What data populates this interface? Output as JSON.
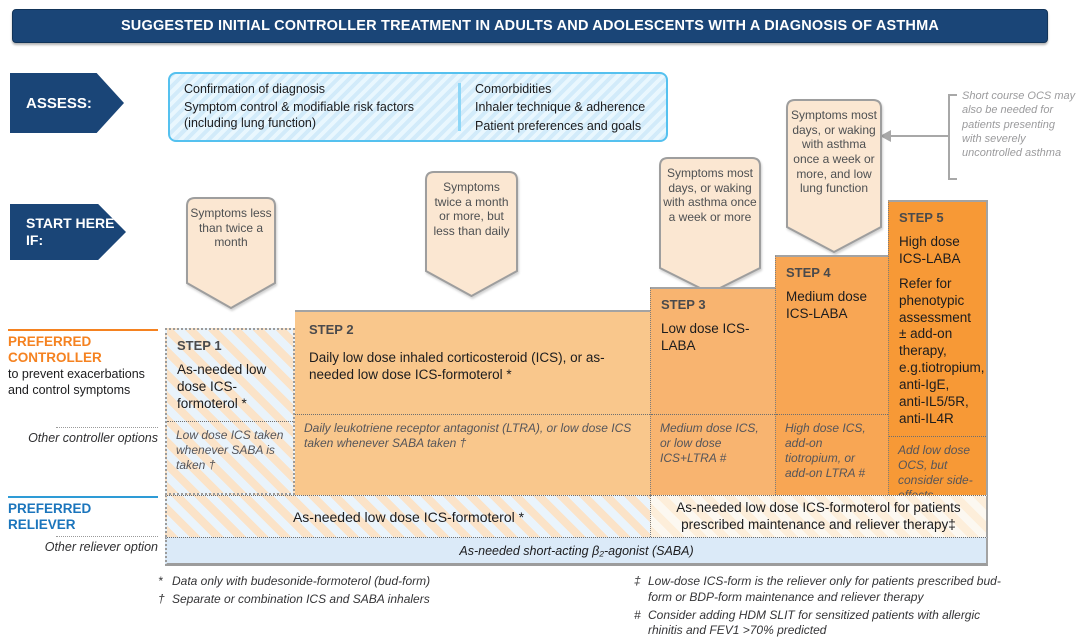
{
  "title": {
    "text": "SUGGESTED INITIAL CONTROLLER TREATMENT IN ADULTS AND ADOLESCENTS WITH A DIAGNOSIS OF ASTHMA"
  },
  "assess": {
    "label": "ASSESS:",
    "left_items": [
      "Confirmation of diagnosis",
      "Symptom control & modifiable risk factors (including lung function)"
    ],
    "right_items": [
      "Comorbidities",
      "Inhaler technique & adherence",
      "Patient preferences and goals"
    ]
  },
  "start_here": {
    "label": "START HERE IF:"
  },
  "ocs_note": {
    "text": "Short course OCS may also be needed for patients presenting with severely uncontrolled asthma"
  },
  "bubbles": [
    {
      "text": "Symptoms less than twice a month"
    },
    {
      "text": "Symptoms twice a month or more, but less than daily"
    },
    {
      "text": "Symptoms most days, or waking with asthma once a week or more"
    },
    {
      "text": "Symptoms most days, or waking with asthma once a week or more, and low lung function"
    }
  ],
  "labels": {
    "preferred_controller": "PREFERRED CONTROLLER",
    "controller_desc": "to prevent exacerbations and control symptoms",
    "other_controller": "Other controller options",
    "preferred_reliever": "PREFERRED RELIEVER",
    "other_reliever": "Other reliever option"
  },
  "steps": [
    {
      "name": "STEP 1",
      "main": "As-needed low dose ICS-formoterol *",
      "other": "Low dose ICS taken whenever SABA is taken †"
    },
    {
      "name": "STEP 2",
      "main": "Daily low dose inhaled corticosteroid (ICS), or as-needed low dose ICS-formoterol *",
      "other": "Daily leukotriene receptor antagonist (LTRA), or low dose ICS taken whenever SABA taken †"
    },
    {
      "name": "STEP 3",
      "main": "Low dose ICS-LABA",
      "other": "Medium dose ICS, or low dose ICS+LTRA #"
    },
    {
      "name": "STEP 4",
      "main": "Medium dose ICS-LABA",
      "other": "High dose ICS, add-on tiotropium, or add-on LTRA #"
    },
    {
      "name": "STEP 5",
      "main": "High dose ICS-LABA",
      "main2": "Refer for phenotypic assessment ± add-on therapy, e.g.tiotropium, anti-IgE, anti-IL5/5R, anti-IL4R",
      "other": "Add low dose OCS, but consider side-effects"
    }
  ],
  "reliever": {
    "left": "As-needed low dose ICS-formoterol *",
    "right": "As-needed low dose ICS-formoterol  for patients prescribed maintenance and reliever therapy‡",
    "saba": "As-needed short-acting β₂-agonist (SABA)"
  },
  "footnotes": {
    "left": [
      {
        "sym": "*",
        "text": "Data only with budesonide-formoterol (bud-form)"
      },
      {
        "sym": "†",
        "text": "Separate or combination ICS and SABA inhalers"
      }
    ],
    "right": [
      {
        "sym": "‡",
        "text": "Low-dose ICS-form is the reliever only for patients prescribed bud-form or BDP-form maintenance and reliever therapy"
      },
      {
        "sym": "#",
        "text": "Consider adding HDM SLIT for sensitized patients with allergic rhinitis and FEV1 >70% predicted"
      }
    ]
  },
  "colors": {
    "navy": "#1a4577",
    "assess_border": "#55c1ef",
    "step2": "#f9c78c",
    "step3": "#f8b470",
    "step4": "#f8a654",
    "step5": "#f79936",
    "bubble_fill": "#fbe7d2",
    "controller_orange": "#f58220",
    "reliever_blue": "#1b75bc",
    "saba_band": "#dbeaf8"
  }
}
